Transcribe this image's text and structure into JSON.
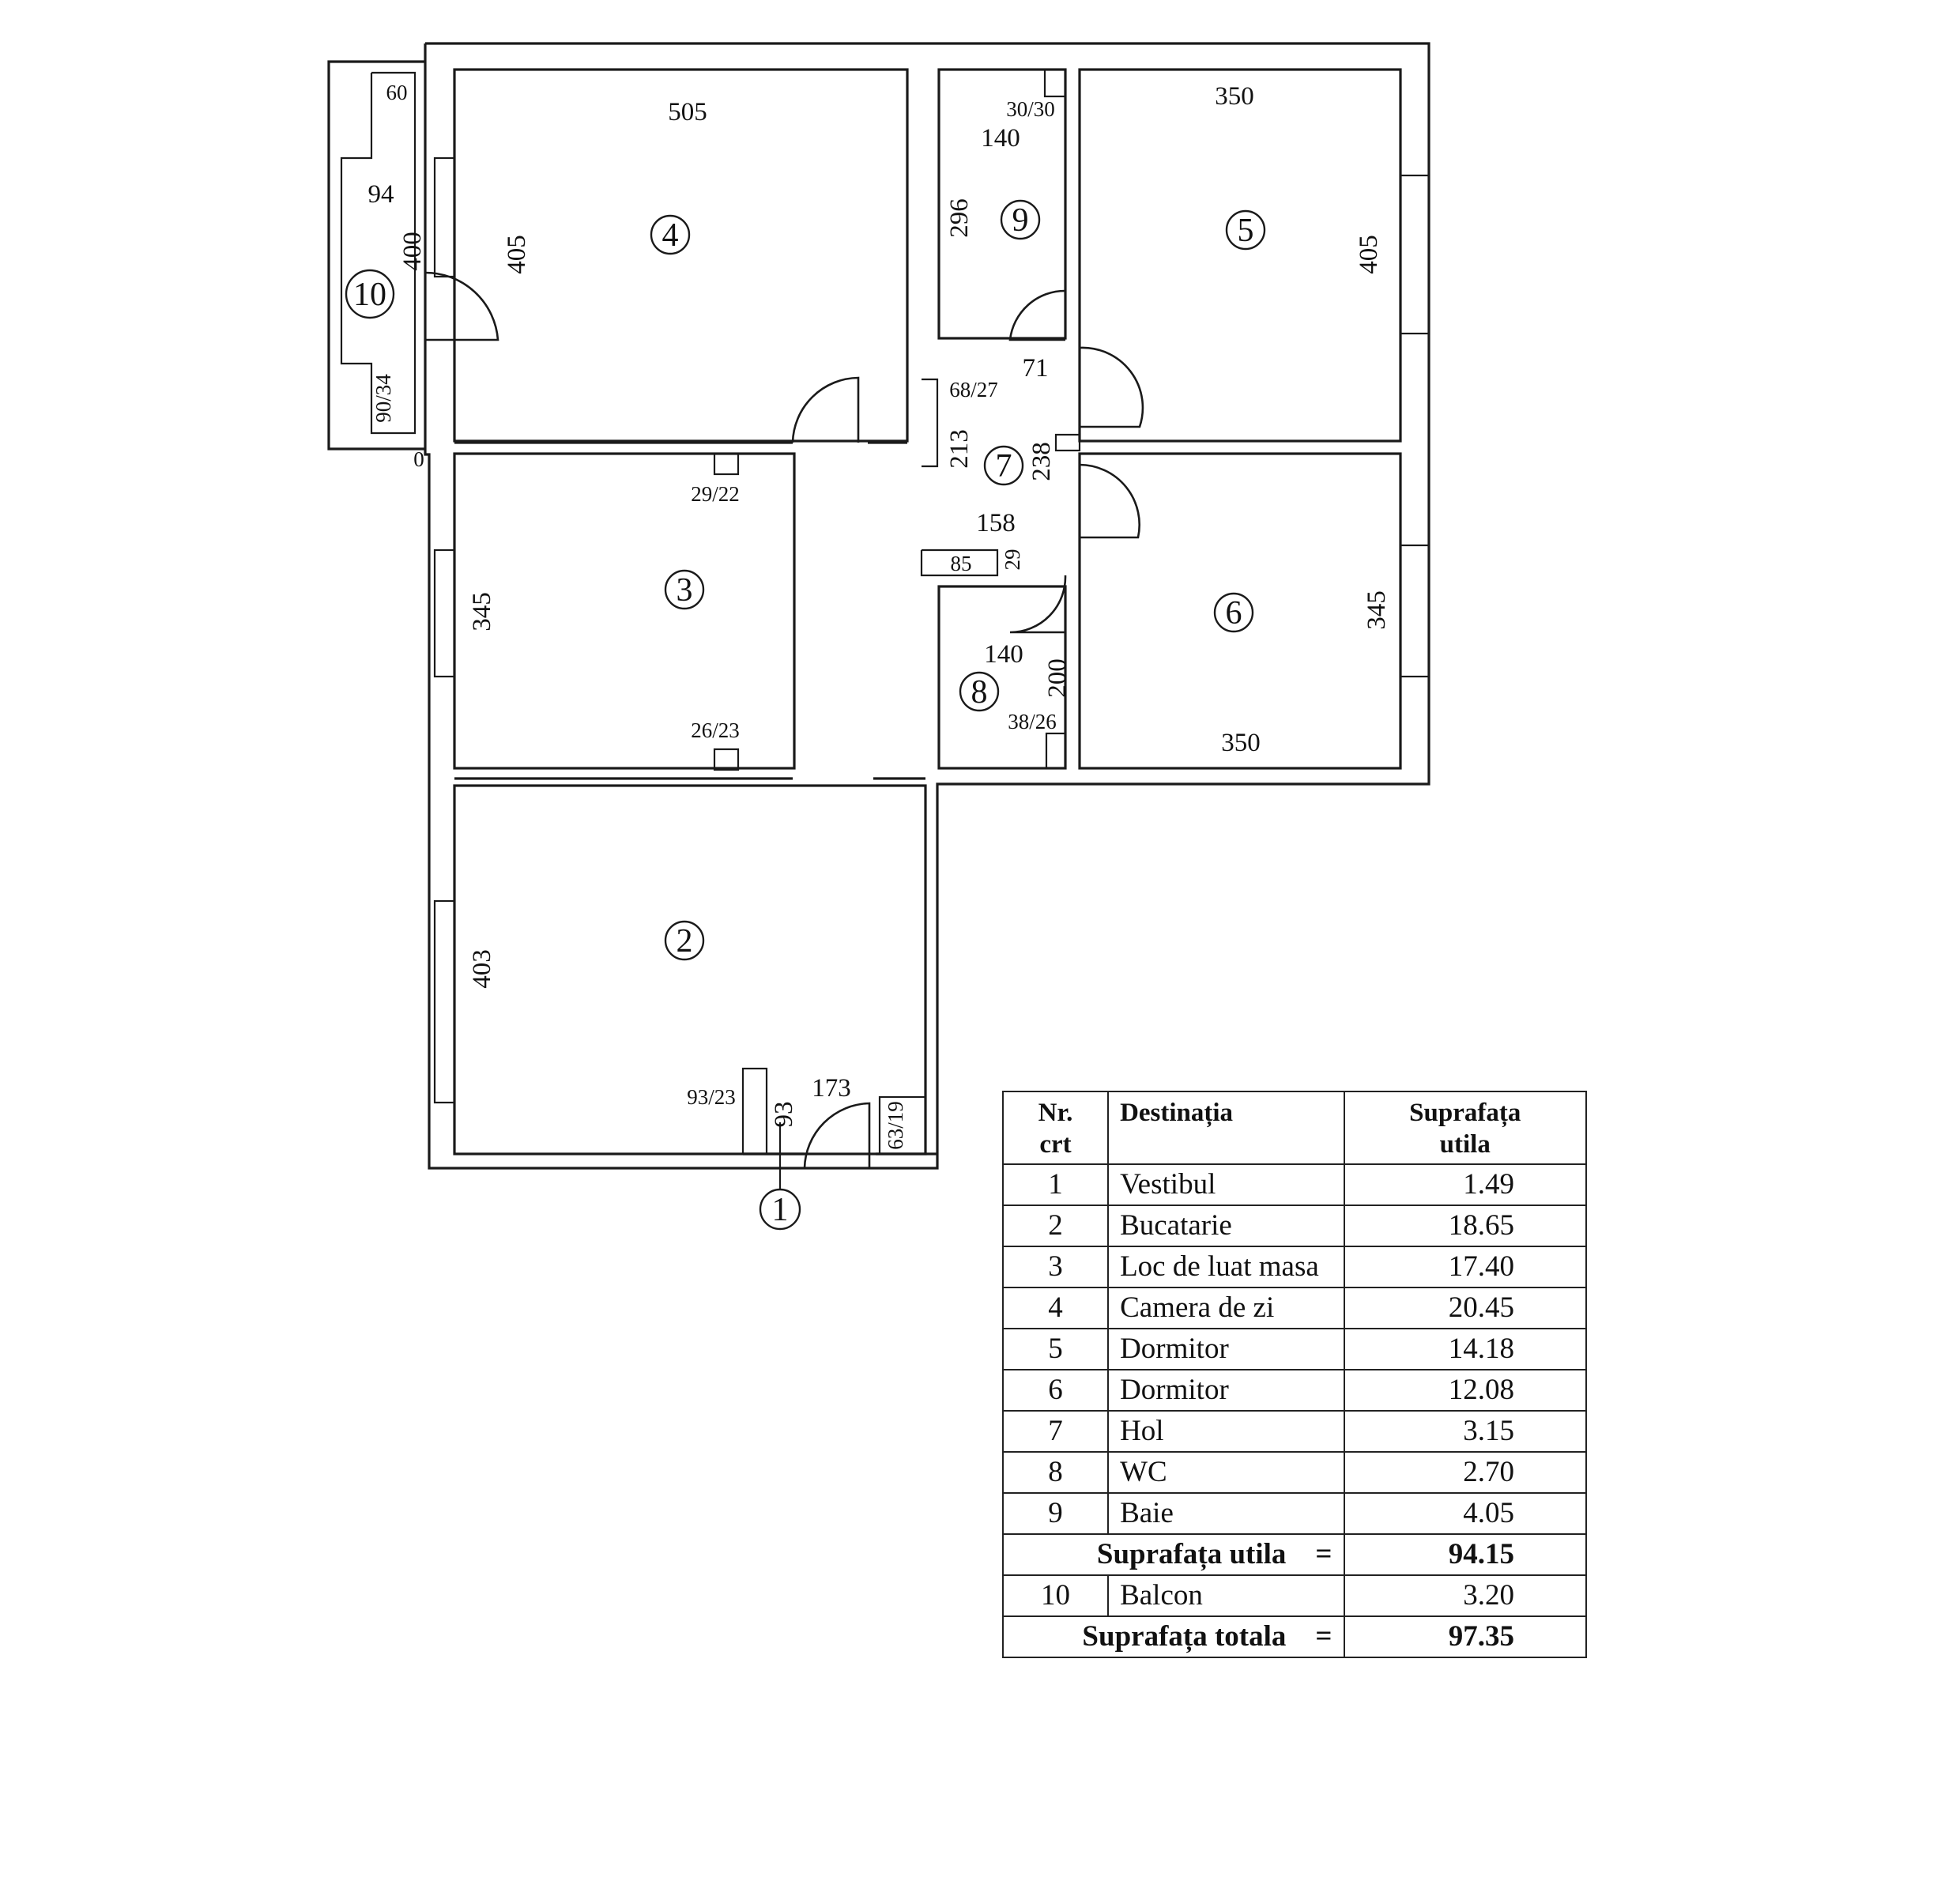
{
  "plan": {
    "rooms": [
      {
        "num": "1",
        "dims": [
          "93",
          "173",
          "93/23",
          "63/19"
        ]
      },
      {
        "num": "2",
        "dims": [
          "403"
        ]
      },
      {
        "num": "3",
        "dims": [
          "345",
          "29/22",
          "26/23"
        ]
      },
      {
        "num": "4",
        "dims": [
          "505",
          "405"
        ]
      },
      {
        "num": "5",
        "dims": [
          "350",
          "405"
        ]
      },
      {
        "num": "6",
        "dims": [
          "350",
          "345"
        ]
      },
      {
        "num": "7",
        "dims": [
          "71",
          "68/27",
          "213",
          "238",
          "158",
          "85",
          "29"
        ]
      },
      {
        "num": "8",
        "dims": [
          "140",
          "200",
          "38/26"
        ]
      },
      {
        "num": "9",
        "dims": [
          "30/30",
          "140",
          "296"
        ]
      },
      {
        "num": "10",
        "dims": [
          "60",
          "94",
          "400",
          "90/34",
          "0"
        ]
      }
    ]
  },
  "table": {
    "headers": {
      "nr_line1": "Nr.",
      "nr_line2": "crt",
      "dest": "Destinația",
      "area_line1": "Suprafața",
      "area_line2": "utila"
    },
    "rows": [
      {
        "nr": "1",
        "dest": "Vestibul",
        "area": "1.49"
      },
      {
        "nr": "2",
        "dest": "Bucatarie",
        "area": "18.65"
      },
      {
        "nr": "3",
        "dest": "Loc de luat masa",
        "area": "17.40"
      },
      {
        "nr": "4",
        "dest": "Camera de zi",
        "area": "20.45"
      },
      {
        "nr": "5",
        "dest": "Dormitor",
        "area": "14.18"
      },
      {
        "nr": "6",
        "dest": "Dormitor",
        "area": "12.08"
      },
      {
        "nr": "7",
        "dest": "Hol",
        "area": "3.15"
      },
      {
        "nr": "8",
        "dest": "WC",
        "area": "2.70"
      },
      {
        "nr": "9",
        "dest": "Baie",
        "area": "4.05"
      }
    ],
    "subtotal": {
      "label": "Suprafața utila",
      "eq": "=",
      "value": "94.15"
    },
    "balcony": {
      "nr": "10",
      "dest": "Balcon",
      "area": "3.20"
    },
    "total": {
      "label": "Suprafața totala",
      "eq": "=",
      "value": "97.35"
    }
  }
}
